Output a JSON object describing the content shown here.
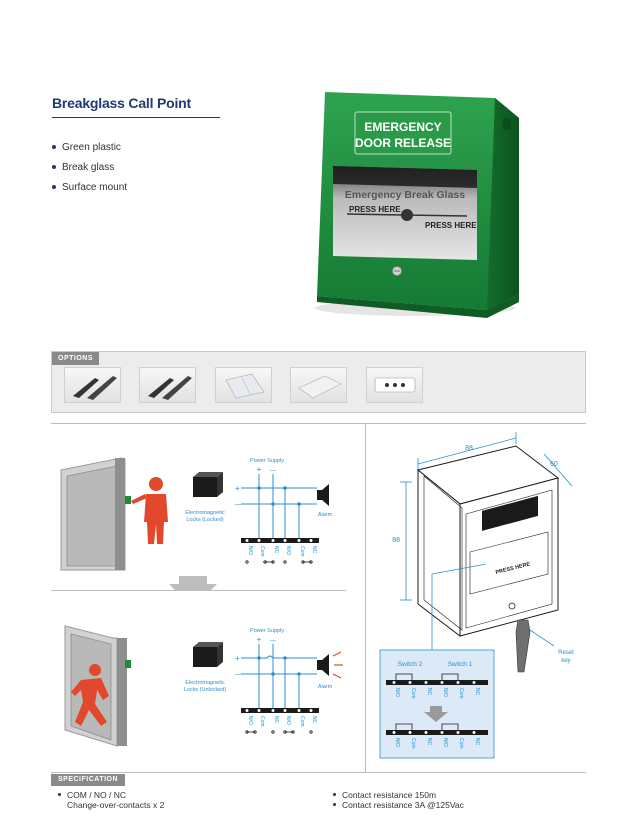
{
  "title": "Breakglass Call Point",
  "features": [
    "Green plastic",
    "Break glass",
    "Surface mount"
  ],
  "product": {
    "label_top": "EMERGENCY",
    "label_bottom": "DOOR RELEASE",
    "glass_text": "Emergency Break Glass",
    "press_left": "PRESS HERE",
    "press_right": "PRESS HERE"
  },
  "options_label": "OPTIONS",
  "locked": {
    "power_supply": "Power Supply",
    "plus": "+",
    "minus": "—",
    "lock_line1": "Electromagnetic",
    "lock_line2": "Locks (Locked)",
    "alarm": "Alarm",
    "terminals": [
      "N/O",
      "Com",
      "NC",
      "N/O",
      "Com",
      "NC"
    ]
  },
  "unlocked": {
    "power_supply": "Power Supply",
    "plus": "+",
    "minus": "—",
    "lock_line1": "Electromagnetic",
    "lock_line2": "Locks (Unlocked)",
    "alarm": "Alarm",
    "terminals": [
      "N/O",
      "Com",
      "NC",
      "N/O",
      "Com",
      "NC"
    ]
  },
  "dimensions": {
    "width": "88",
    "depth": "60",
    "height": "88",
    "unit_label_top": "EMERGENCY",
    "unit_label_bottom": "DOOR RELEASE",
    "unit_press": "PRESS HERE",
    "reset_line1": "Reset",
    "reset_line2": "key",
    "switch2": "Switch 2",
    "switch1": "Switch 1",
    "terminals": [
      "N/O",
      "Com",
      "NC",
      "N/O",
      "Com",
      "NC"
    ]
  },
  "spec_label": "SPECIFICATION",
  "specs_left": [
    "COM / NO / NC",
    "Change-over-contacts x 2"
  ],
  "specs_right": [
    "Contact resistance 150m",
    "Contact resistance 3A @125Vac"
  ],
  "colors": {
    "brand_blue": "#1f3a73",
    "product_green": "#1e8a3c",
    "diagram_blue": "#2b8fd0",
    "figure_red": "#e2482b",
    "arrow_grey": "#bdbdbd"
  }
}
